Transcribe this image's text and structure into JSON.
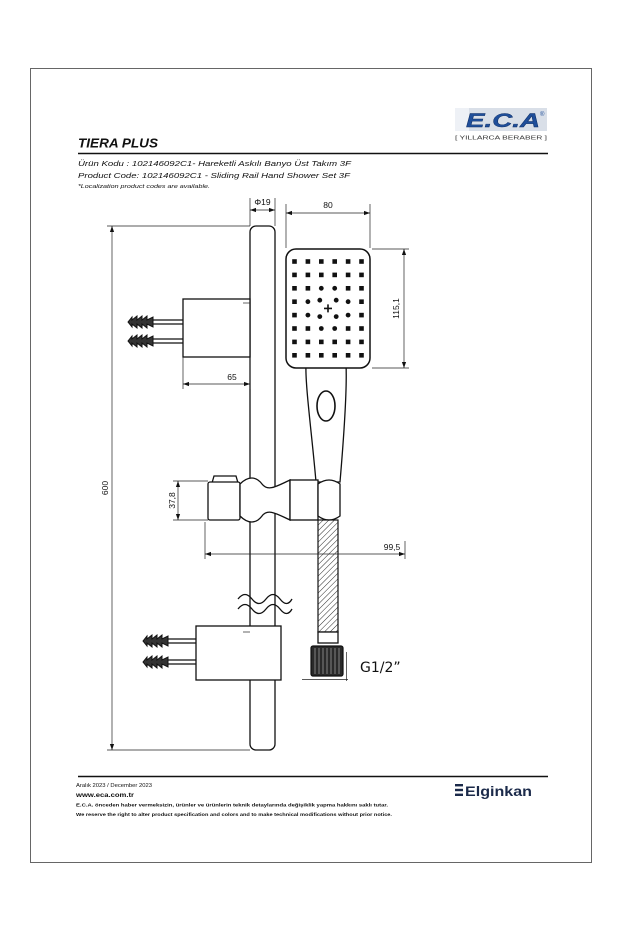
{
  "document": {
    "title": "TIERA PLUS",
    "product_code_tr": "Ürün Kodu : 102146092C1- Hareketli Askılı Banyo Üst Takım 3F",
    "product_code_en": "Product Code: 102146092C1 - Sliding Rail Hand Shower Set 3F",
    "localization_note": "*Localization product codes are available."
  },
  "logos": {
    "eca_mark": "E.C.A",
    "eca_registered": "®",
    "eca_tagline": "[ YILLARCA BERABER ]",
    "elginkan": "Elginkan"
  },
  "drawing": {
    "dim_rail_diameter": "Φ19",
    "dim_head_width": "80",
    "dim_head_height": "115,1",
    "dim_bracket_depth": "65",
    "dim_slider_height": "37,8",
    "dim_slider_depth": "99,5",
    "dim_rail_length": "600",
    "hose_thread": "G1/2”"
  },
  "footer": {
    "date": "Aralık 2023 / December 2023",
    "website": "www.eca.com.tr",
    "disclaimer_tr": "E.C.A. önceden haber vermeksizin, ürünler ve ürünlerin teknik detaylarında değişiklik yapma hakkını saklı tutar.",
    "disclaimer_en": "We reserve the right to alter product specification and colors and to make technical modifications without prior notice."
  },
  "colors": {
    "eca_blue": "#1f4e9a",
    "eca_box": "#d9dfe8",
    "elginkan_navy": "#1b2a4a",
    "line": "#111111"
  }
}
